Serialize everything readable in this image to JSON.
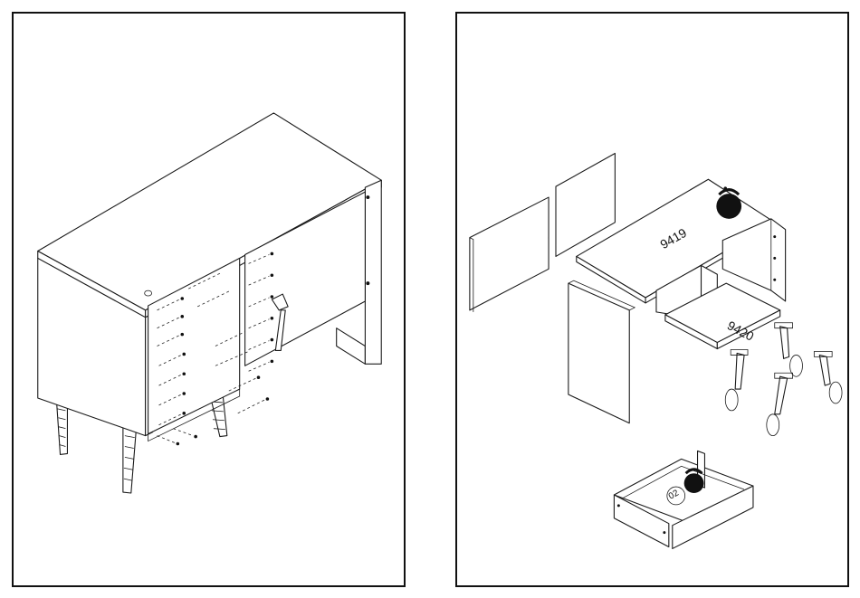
{
  "panels": {
    "right": {
      "part_labels": {
        "top_panel": "9419",
        "bottom_panel": "9420",
        "drawer_bottom": "02"
      }
    }
  },
  "icons": {
    "left": [
      "hammer-icon"
    ],
    "right": [
      "weight-icon",
      "weight-icon"
    ]
  }
}
